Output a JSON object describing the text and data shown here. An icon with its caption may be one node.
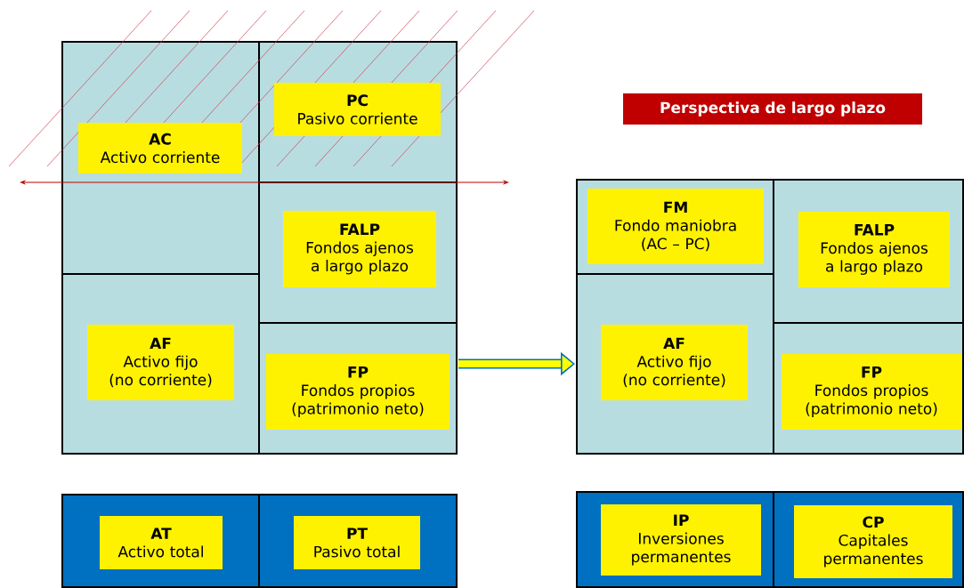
{
  "diagram": {
    "nodes": [
      {
        "text": [],
        "shape": "box"
      },
      {
        "text": [
          "AC",
          "Activo corriente"
        ],
        "in": 0
      },
      {
        "text": [],
        "shape": "box"
      },
      {
        "text": [
          "AF",
          "Activo fijo (no corriente)"
        ],
        "in": 2
      },
      {
        "text": [],
        "shape": "box"
      },
      {
        "text": [
          "PC",
          "Pasivo corriente"
        ],
        "in": 4
      },
      {
        "text": [],
        "shape": "box"
      },
      {
        "text": [
          "FALP",
          "Fondos ajenos a largo plazo"
        ],
        "in": 6
      },
      {
        "text": [],
        "shape": "box"
      },
      {
        "text": [
          "FP",
          "Fondos propios (patrimonio neto)"
        ],
        "in": 8
      },
      {
        "text": [],
        "shape": "box"
      },
      {
        "text": [
          "AT",
          "Activo total"
        ],
        "in": 10
      },
      {
        "text": [],
        "shape": "box"
      },
      {
        "text": [
          "PT",
          "Pasivo total"
        ],
        "in": 12
      },
      {
        "text": [
          "Perspectiva de largo plazo"
        ]
      },
      {
        "text": [],
        "shape": "box"
      },
      {
        "text": [
          "FM",
          "Fondo maniobra (AC – PC)"
        ],
        "in": 15
      },
      {
        "text": [],
        "shape": "box"
      },
      {
        "text": [
          "AF",
          "Activo fijo (no corriente)"
        ],
        "in": 17
      },
      {
        "text": [],
        "shape": "box"
      },
      {
        "text": [
          "FALP",
          "Fondos ajenos a largo plazo"
        ],
        "in": 19
      },
      {
        "text": [],
        "shape": "box"
      },
      {
        "text": [
          "FP",
          "Fondos propios (patrimonio neto)"
        ],
        "in": 21
      },
      {
        "text": [],
        "shape": "box"
      },
      {
        "text": [
          "IP",
          "Inversiones permanentes"
        ],
        "in": 23
      },
      {
        "text": [],
        "shape": "box"
      },
      {
        "text": [
          "CP",
          "Capitales permanentes"
        ],
        "in": 25
      }
    ],
    "edges": [
      {
        "from": 8,
        "to": 17,
        "arrow": "to"
      }
    ]
  }
}
